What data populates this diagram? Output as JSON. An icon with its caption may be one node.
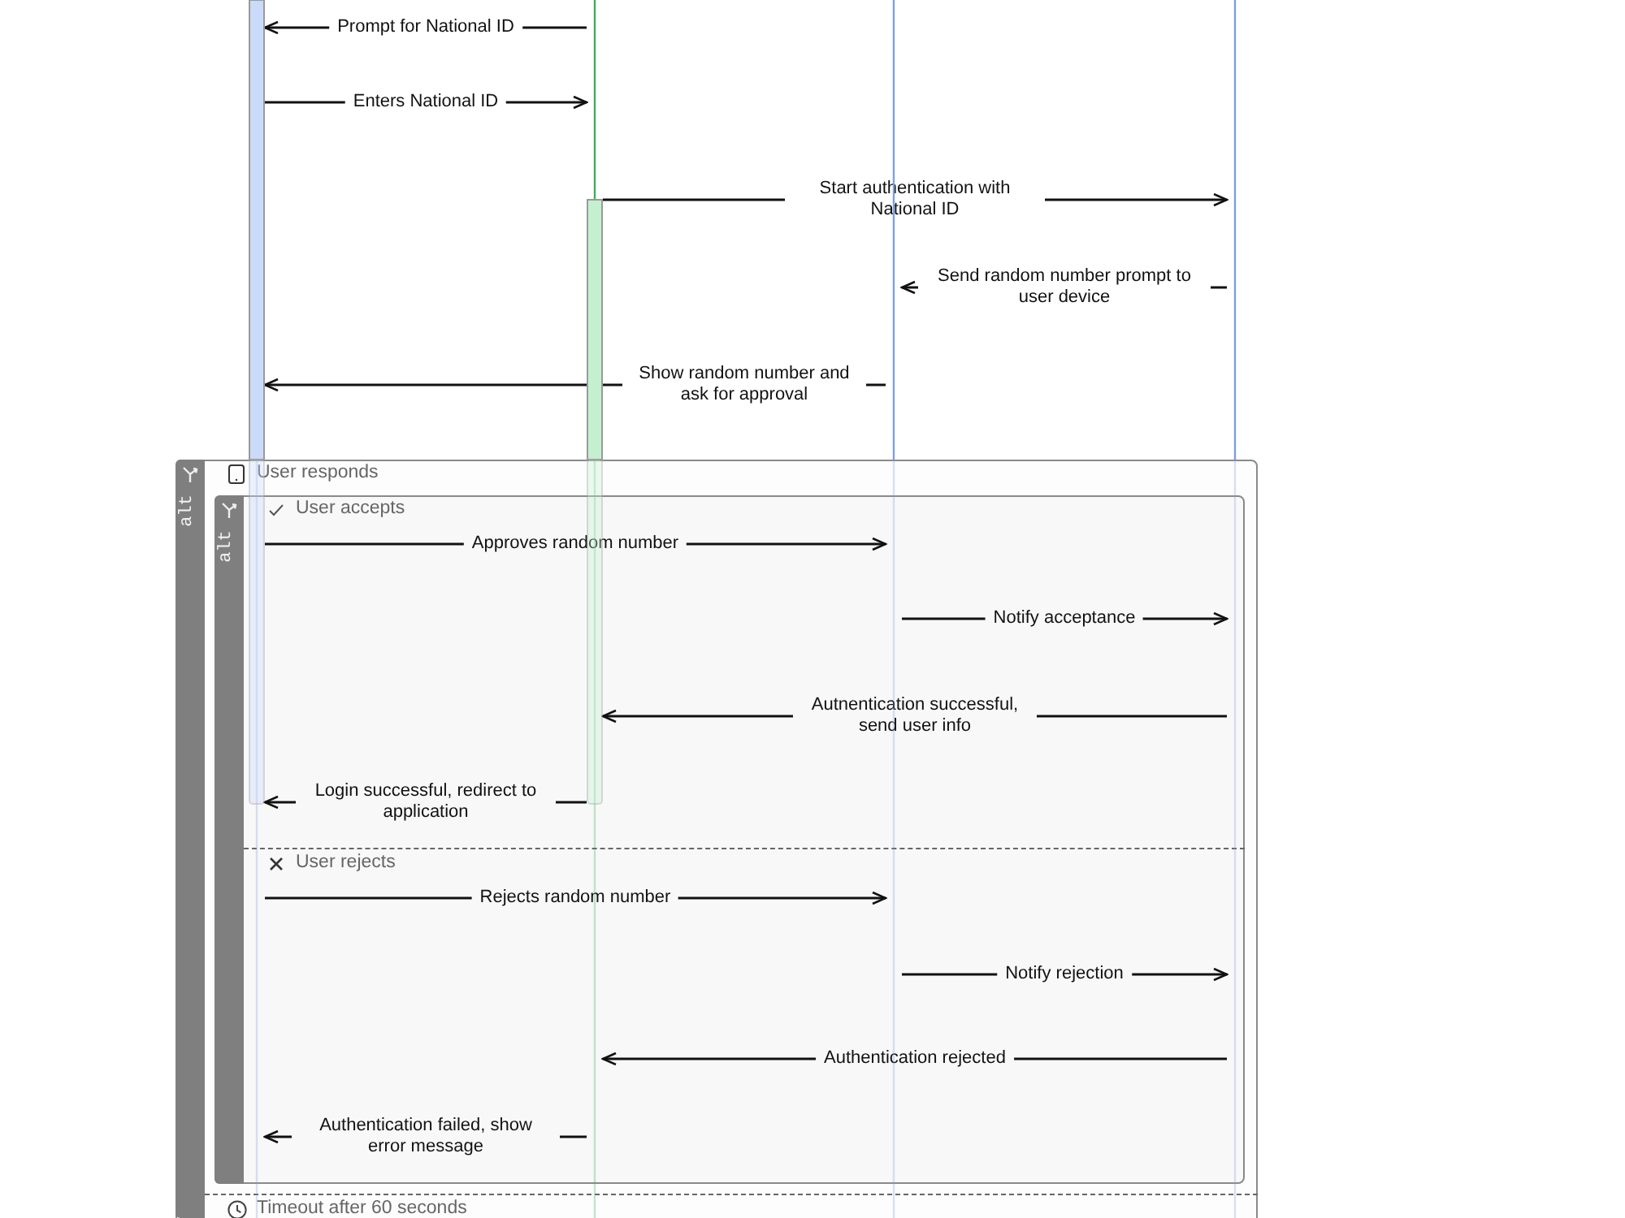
{
  "diagram": {
    "nodes": [
      {
        "text": [],
        "shape": "bar"
      },
      {
        "text": [],
        "shape": "bar"
      },
      {
        "text": [],
        "shape": "bar"
      },
      {
        "text": [],
        "shape": "bar"
      }
    ],
    "edges": [
      {
        "from": 1,
        "to": 0,
        "arrow": "to",
        "label": "Prompt for National ID"
      },
      {
        "from": 0,
        "to": 1,
        "arrow": "to",
        "label": "Enters National ID"
      },
      {
        "from": 1,
        "to": 3,
        "arrow": "to",
        "label": "Start authentication with National ID"
      },
      {
        "from": 3,
        "to": 2,
        "arrow": "to",
        "label": "Send random number prompt to user device"
      },
      {
        "from": 2,
        "to": 0,
        "arrow": "to",
        "label": "Show random number and ask for approval"
      },
      {
        "from": 0,
        "to": 2,
        "arrow": "to",
        "label": "Approves random number"
      },
      {
        "from": 2,
        "to": 3,
        "arrow": "to",
        "label": "Notify acceptance"
      },
      {
        "from": 3,
        "to": 1,
        "arrow": "to",
        "label": "Autnentication successful, send user info"
      },
      {
        "from": 1,
        "to": 0,
        "arrow": "to",
        "label": "Login successful, redirect to application"
      },
      {
        "from": 0,
        "to": 2,
        "arrow": "to",
        "label": "Rejects random number"
      },
      {
        "from": 2,
        "to": 3,
        "arrow": "to",
        "label": "Notify rejection"
      },
      {
        "from": 3,
        "to": 1,
        "arrow": "to",
        "label": "Authentication rejected"
      },
      {
        "from": 1,
        "to": 0,
        "arrow": "to",
        "label": "Authentication failed, show error message"
      }
    ],
    "labels": [
      "alt",
      "User responds",
      "alt",
      "User accepts",
      "User rejects",
      "Timeout after 60 seconds"
    ]
  }
}
